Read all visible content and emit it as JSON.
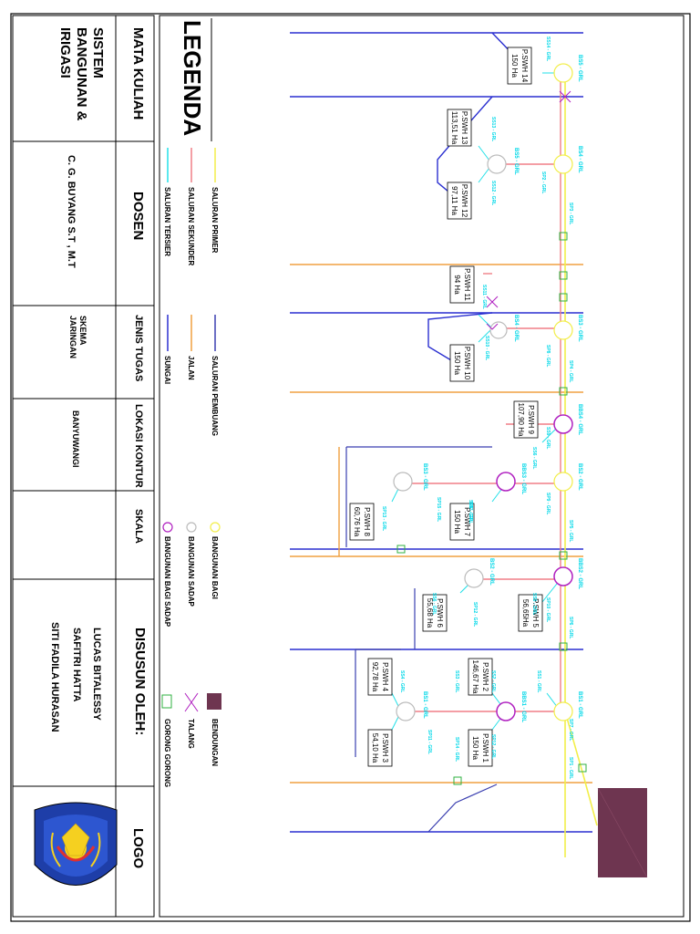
{
  "title_block": {
    "legend_heading": "LEGENDA",
    "mata_kuliah_label": "MATA KULIAH",
    "mata_kuliah_value": "SISTEM BANGUNAN & IRIGASI",
    "dosen_label": "DOSEN",
    "dosen_value": "C. G. BUYANG S.T , M.T",
    "jenis_tugas_label": "JENIS TUGAS",
    "jenis_tugas_value": "SKEMA JARINGAN",
    "lokasi_label": "LOKASI KONTUR",
    "lokasi_value": "BANYUWANGI",
    "skala_label": "SKALA",
    "skala_value": "",
    "disusun_label": "DISUSUN OLEH:",
    "authors": [
      "LUCAS BITALESSY",
      "SAFITRI HATTA",
      "SITI FADILA HURASAN"
    ],
    "logo_label": "LOGO"
  },
  "legend": {
    "col1": [
      "SALURAN PRIMER",
      "SALURAN SEKUNDER",
      "SALURAN TERSIER"
    ],
    "col2": [
      "SALURAN PEMBUANG",
      "JALAN",
      "SUNGAI"
    ],
    "col3": [
      "BANGUNAN BAGI",
      "BANGUNAN SADAP",
      "BANGUNAN BAGI SADAP"
    ],
    "col4": [
      "BENDUNGAN",
      "TALANG",
      "GORONG GORONG"
    ]
  },
  "colors": {
    "primer": "#f2ee4a",
    "sekunder": "#f07f87",
    "tersier": "#22e0e8",
    "pembuang": "#3a3fb0",
    "jalan": "#f0a040",
    "sungai": "#2a2fd0",
    "bagi_sadap": "#b020c0",
    "bendungan": "#6e3550"
  },
  "diagram": {
    "plots": [
      {
        "id": "P.SWH 14",
        "area": "150 Ha"
      },
      {
        "id": "P.SWH 13",
        "area": "113,51 Ha"
      },
      {
        "id": "P.SWH 12",
        "area": "97,11 Ha"
      },
      {
        "id": "P.SWH 11",
        "area": "94 Ha"
      },
      {
        "id": "P.SWH 10",
        "area": "150 Ha"
      },
      {
        "id": "P.SWH 9",
        "area": "107,90 Ha"
      },
      {
        "id": "P.SWH 7",
        "area": "150 Ha"
      },
      {
        "id": "P.SWH 8",
        "area": "60,76 Ha"
      },
      {
        "id": "P.SWH 5",
        "area": "56,65Ha"
      },
      {
        "id": "P.SWH 6",
        "area": "55,68 Ha"
      },
      {
        "id": "P.SWH 2",
        "area": "146,67 Ha"
      },
      {
        "id": "P.SWH 4",
        "area": "92,78 Ha"
      },
      {
        "id": "P.SWH 1",
        "area": "150 Ha"
      },
      {
        "id": "P.SWH 3",
        "area": "54,10 Ha"
      }
    ],
    "nodes": [
      "BS5 - GRL",
      "BS4 - GRL",
      "BS5 - GRL",
      "BS3 - GRL",
      "BS4 - GRL",
      "BBS4 - GRL",
      "BS2 - GRL",
      "BBS3 - GRL",
      "BS3 - GRL",
      "BBS2 - GRL",
      "BS2 - GRL",
      "BS1 - GRL",
      "BBS1 - GRL",
      "BS1 - GRL"
    ],
    "channels": [
      "SS14 - GRL",
      "SS13 - GRL",
      "SS12 - GRL",
      "SS11 - GRL",
      "SS10 - GRL",
      "SS9 - GRL",
      "SS8 - GRL",
      "SS7 - GRL",
      "SS6 - GRL",
      "SS5 - GRL",
      "SS4 - GRL",
      "SS3 - GRL",
      "SS2 - GRL",
      "SS1 - GRL",
      "SP1 - GRL",
      "SP2 - GRL",
      "SP3 - GRL",
      "SP4 - GRL",
      "SP5 - GRL",
      "SP6 - GRL",
      "SP7 - GRL",
      "SP8 - GRL",
      "SP9 - GRL",
      "SP10 - GRL",
      "SP11 - GRL",
      "SP12 - GRL",
      "SP13 - GRL",
      "SP14 - GRL",
      "SP15 - GRL",
      "SS6 - GRL",
      "SP12 - GRL"
    ]
  }
}
